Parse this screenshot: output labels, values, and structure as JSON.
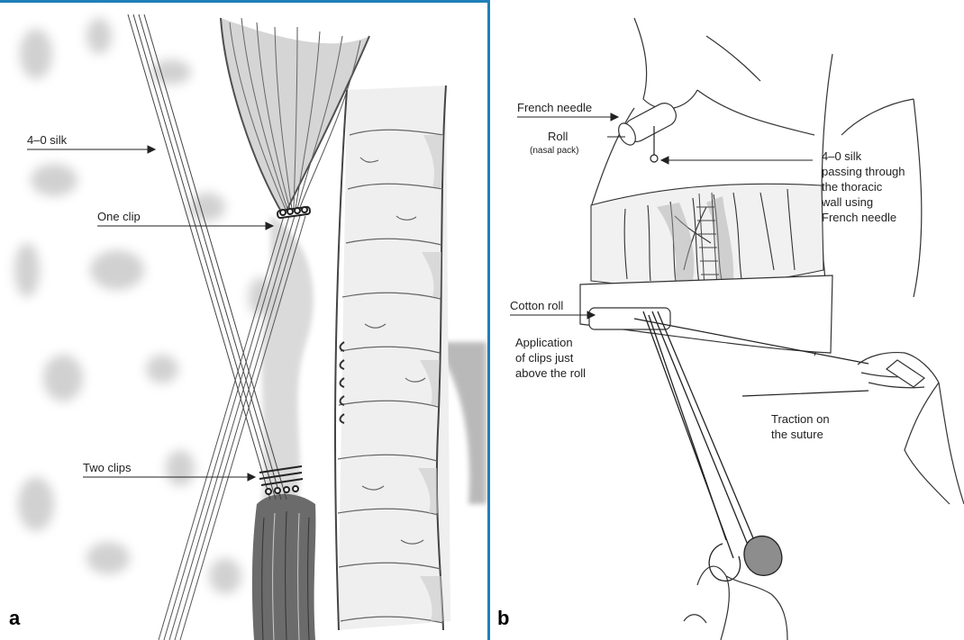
{
  "figure": {
    "panel_a": {
      "letter": "a",
      "labels": {
        "silk": "4–0 silk",
        "one_clip": "One clip",
        "two_clips": "Two clips"
      }
    },
    "panel_b": {
      "letter": "b",
      "labels": {
        "french_needle": "French needle",
        "roll": "Roll",
        "roll_sub": "(nasal pack)",
        "silk_line1": "4–0 silk",
        "silk_line2": "passing through",
        "silk_line3": "the thoracic",
        "silk_line4": "wall using",
        "silk_line5": "French needle",
        "cotton_roll": "Cotton roll",
        "clips_line1": "Application",
        "clips_line2": "of clips just",
        "clips_line3": "above the roll",
        "traction_line1": "Traction on",
        "traction_line2": "the suture"
      }
    },
    "border_color": "#1f7fb8"
  }
}
